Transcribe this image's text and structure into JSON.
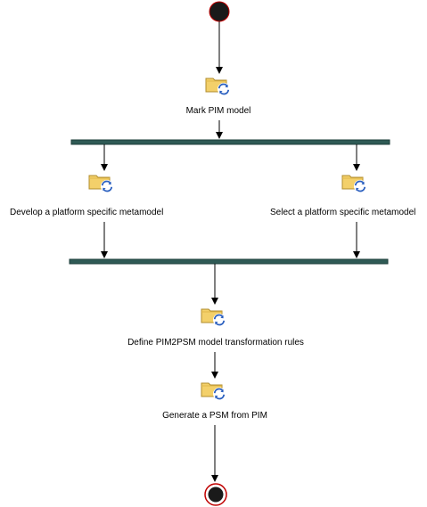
{
  "diagram": {
    "type": "activity-diagram",
    "colors": {
      "background": "#ffffff",
      "edge": "#000000",
      "node_dark": "#1a1a1a",
      "final_ring": "#c00000",
      "fork_bar": "#2f5a55",
      "fork_bar_edge": "#1e3d3a",
      "icon_folder": "#f3d06a",
      "icon_folder_edge": "#b08d2c",
      "icon_arrows": "#2a5fbf"
    },
    "actions": {
      "mark_pim": {
        "label": "Mark PIM model",
        "icon": "action-folder-refresh-icon"
      },
      "develop_metamodel": {
        "label": "Develop a platform specific metamodel",
        "icon": "action-folder-refresh-icon"
      },
      "select_metamodel": {
        "label": "Select a platform specific metamodel",
        "icon": "action-folder-refresh-icon"
      },
      "define_rules": {
        "label": "Define PIM2PSM model transformation rules",
        "icon": "action-folder-refresh-icon"
      },
      "generate_psm": {
        "label": "Generate a PSM from PIM",
        "icon": "action-folder-refresh-icon"
      }
    },
    "nodes": {
      "initial": "initial-node",
      "fork": "fork-bar",
      "join": "join-bar",
      "final": "final-node"
    }
  }
}
